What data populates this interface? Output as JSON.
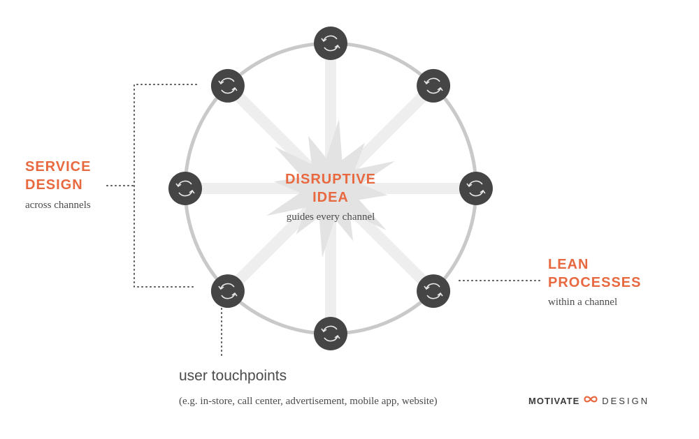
{
  "center": {
    "title_line1": "DISRUPTIVE",
    "title_line2": "IDEA",
    "subtitle": "guides every channel"
  },
  "service_design": {
    "title_line1": "SERVICE",
    "title_line2": "DESIGN",
    "subtitle": "across channels"
  },
  "lean_processes": {
    "title_line1": "LEAN",
    "title_line2": "PROCESSES",
    "subtitle": "within a channel"
  },
  "touchpoints": {
    "title": "user touchpoints",
    "examples": "(e.g. in-store, call center, advertisement, mobile app, website)"
  },
  "brand": {
    "word1": "MOTIVATE",
    "word2": "DESIGN",
    "icon": "infinity-icon"
  },
  "node_count": 8,
  "node_icon": "cycle-arrows-icon",
  "colors": {
    "accent": "#e8693f",
    "node": "#454545",
    "ring": "#c9c9c9",
    "spoke": "#eeeeee",
    "burst": "#e3e3e3",
    "text": "#4b4b4b",
    "leader": "#555555"
  }
}
